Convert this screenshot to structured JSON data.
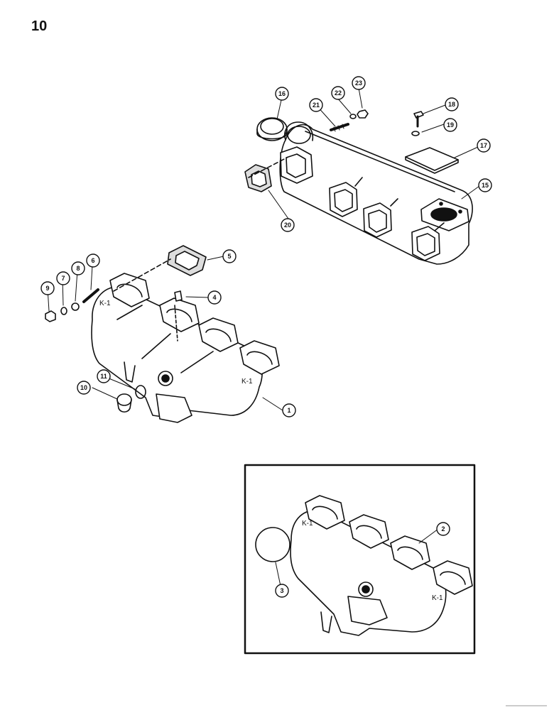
{
  "page": {
    "number": "10"
  },
  "callouts": {
    "c1": "1",
    "c2": "2",
    "c3": "3",
    "c4": "4",
    "c5": "5",
    "c6": "6",
    "c7": "7",
    "c8": "8",
    "c9": "9",
    "c10": "10",
    "c11": "11",
    "c15": "15",
    "c16": "16",
    "c17": "17",
    "c18": "18",
    "c19": "19",
    "c20": "20",
    "c21": "21",
    "c22": "22",
    "c23": "23"
  },
  "parts": [
    {
      "key": "c1",
      "icon": "manifold-icon"
    },
    {
      "key": "c2",
      "icon": "manifold-variant-icon"
    },
    {
      "key": "c3",
      "icon": "plug-disc-icon"
    },
    {
      "key": "c4",
      "icon": "fitting-icon"
    },
    {
      "key": "c5",
      "icon": "gasket-icon"
    },
    {
      "key": "c6",
      "icon": "stud-icon"
    },
    {
      "key": "c7",
      "icon": "lockwasher-icon"
    },
    {
      "key": "c8",
      "icon": "washer-icon"
    },
    {
      "key": "c9",
      "icon": "nut-icon"
    },
    {
      "key": "c10",
      "icon": "plug-icon"
    },
    {
      "key": "c11",
      "icon": "ring-icon"
    },
    {
      "key": "c15",
      "icon": "exhaust-manifold-icon"
    },
    {
      "key": "c16",
      "icon": "sealing-ring-icon"
    },
    {
      "key": "c17",
      "icon": "cover-plate-icon"
    },
    {
      "key": "c18",
      "icon": "bolt-icon"
    },
    {
      "key": "c19",
      "icon": "lockwasher-icon"
    },
    {
      "key": "c20",
      "icon": "gasket-icon"
    },
    {
      "key": "c21",
      "icon": "stud-icon"
    },
    {
      "key": "c22",
      "icon": "lockwasher-icon"
    },
    {
      "key": "c23",
      "icon": "nut-icon"
    }
  ]
}
